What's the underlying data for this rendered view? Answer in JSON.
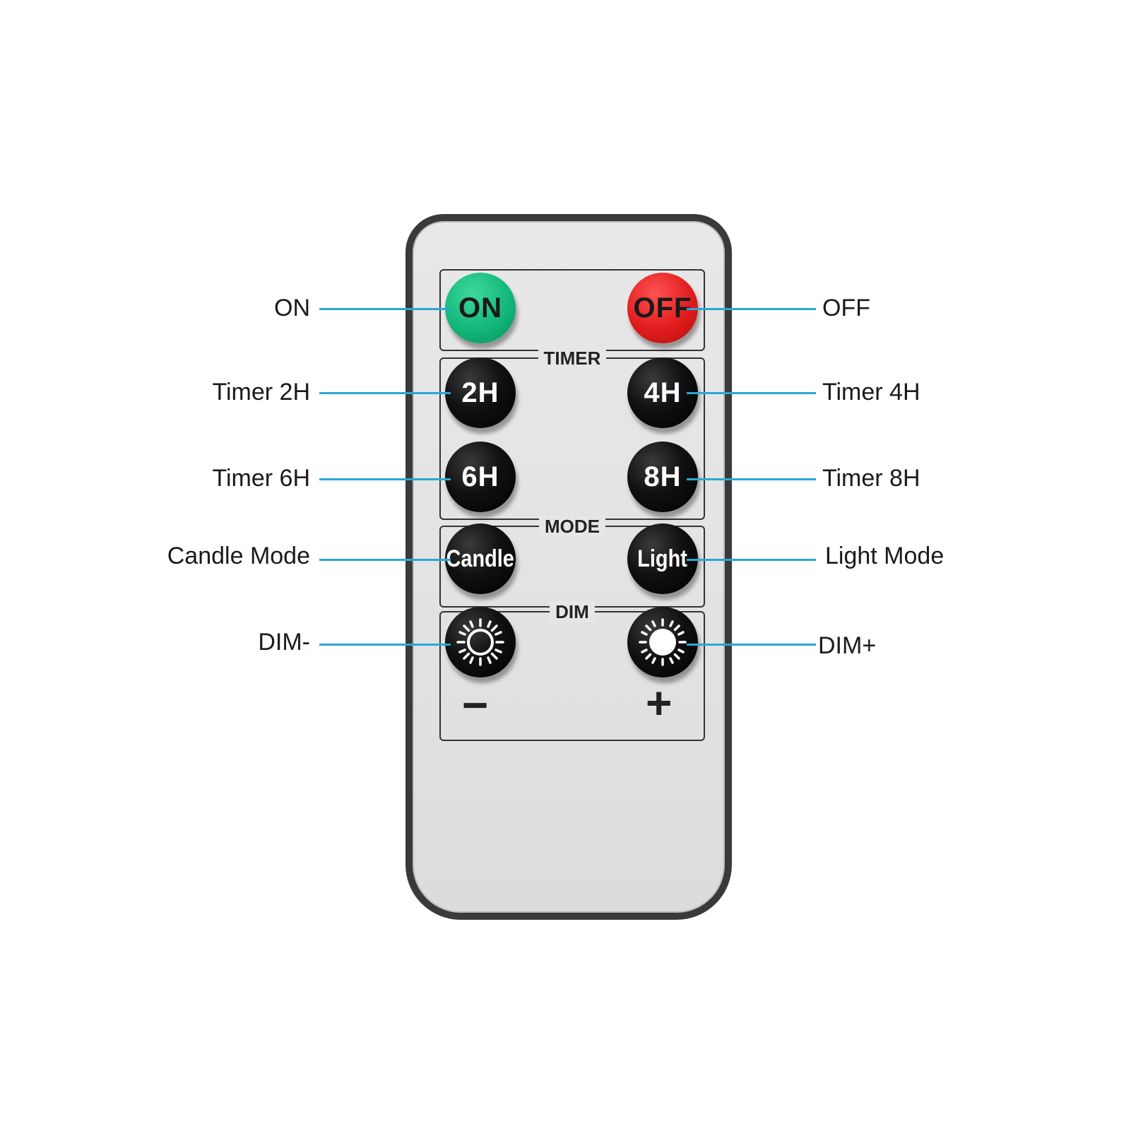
{
  "remote": {
    "groups": {
      "timer_title": "TIMER",
      "mode_title": "MODE",
      "dim_title": "DIM"
    },
    "buttons": {
      "on": "ON",
      "off": "OFF",
      "t2": "2H",
      "t4": "4H",
      "t6": "6H",
      "t8": "8H",
      "candle": "Candle",
      "light": "Light"
    },
    "dim_minus_symbol": "−",
    "dim_plus_symbol": "+"
  },
  "callouts": {
    "left": [
      "ON",
      "Timer 2H",
      "Timer 6H",
      "Candle Mode",
      "DIM-"
    ],
    "right": [
      "OFF",
      "Timer 4H",
      "Timer 8H",
      "Light Mode",
      "DIM+"
    ]
  },
  "colors": {
    "callout_line": "#2aa6d6",
    "on_button": "#13b779",
    "off_button": "#e01d1d",
    "body_frame": "#3a3a3a"
  }
}
